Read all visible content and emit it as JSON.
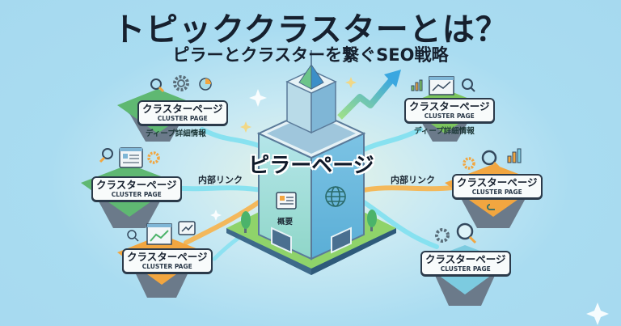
{
  "header": {
    "title": "トピッククラスターとは？",
    "subtitle": "ピラーとクラスターを繋ぐSEO戦略"
  },
  "pillar": {
    "label": "ピラーページ",
    "overview_label": "概要",
    "icons": [
      "document-icon",
      "globe-icon"
    ]
  },
  "clusters": [
    {
      "position": "top-left",
      "label": "クラスターページ",
      "sublabel": "CLUSTER PAGE",
      "detail": "ディープ詳細情報",
      "color": "#5fb872",
      "icons": [
        "magnifier-icon",
        "gear-icon",
        "pie-chart-icon"
      ]
    },
    {
      "position": "middle-left",
      "label": "クラスターページ",
      "sublabel": "CLUSTER PAGE",
      "detail": "",
      "color": "#5fb872",
      "icons": [
        "magnifier-icon",
        "document-icon",
        "gear-icon"
      ]
    },
    {
      "position": "bottom-left",
      "label": "クラスターページ",
      "sublabel": "CLUSTER PAGE",
      "detail": "",
      "color": "#f2a640",
      "icons": [
        "magnifier-icon",
        "line-chart-icon",
        "trend-bubble-icon"
      ]
    },
    {
      "position": "top-right",
      "label": "クラスターページ",
      "sublabel": "CLUSTER PAGE",
      "detail": "ディープ詳細情報",
      "color": "#7cc55e",
      "icons": [
        "bar-chart-icon",
        "line-chart-icon",
        "magnifier-icon"
      ]
    },
    {
      "position": "middle-right",
      "label": "クラスターページ",
      "sublabel": "CLUSTER PAGE",
      "detail": "",
      "color": "#f2a640",
      "icons": [
        "gear-icon",
        "magnifier-icon",
        "bar-chart-icon"
      ]
    },
    {
      "position": "bottom-right",
      "label": "クラスターページ",
      "sublabel": "CLUSTER PAGE",
      "detail": "",
      "color": "#7ccbe0",
      "icons": [
        "gear-icon",
        "magnifier-icon"
      ]
    }
  ],
  "links": {
    "left_label": "内部リンク",
    "right_label": "内部リンク"
  },
  "colors": {
    "background": "#a9dcf1",
    "title_text": "#16202e",
    "link_blue": "#7fe0f0",
    "link_orange": "#f7b24a",
    "green": "#5fb872",
    "orange": "#f2a640"
  }
}
